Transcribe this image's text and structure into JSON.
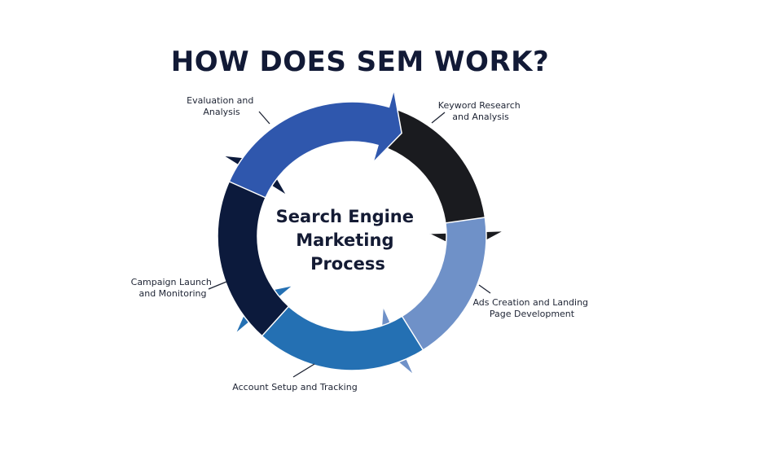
{
  "title": "HOW DOES SEM WORK?",
  "center_label": {
    "line1": "Search Engine",
    "line2": "Marketing",
    "line3": "Process"
  },
  "steps": [
    {
      "line1": "Keyword Research",
      "line2": "and Analysis",
      "color": "#1a1b1f"
    },
    {
      "line1": "Ads Creation and Landing",
      "line2": "Page Development",
      "color": "#6f91c8"
    },
    {
      "line1": "Account Setup and Tracking",
      "line2": "",
      "color": "#2470b3"
    },
    {
      "line1": "Campaign Launch",
      "line2": "and Monitoring",
      "color": "#0c1a3c"
    },
    {
      "line1": "Evaluation and",
      "line2": "Analysis",
      "color": "#2f57ad"
    }
  ]
}
